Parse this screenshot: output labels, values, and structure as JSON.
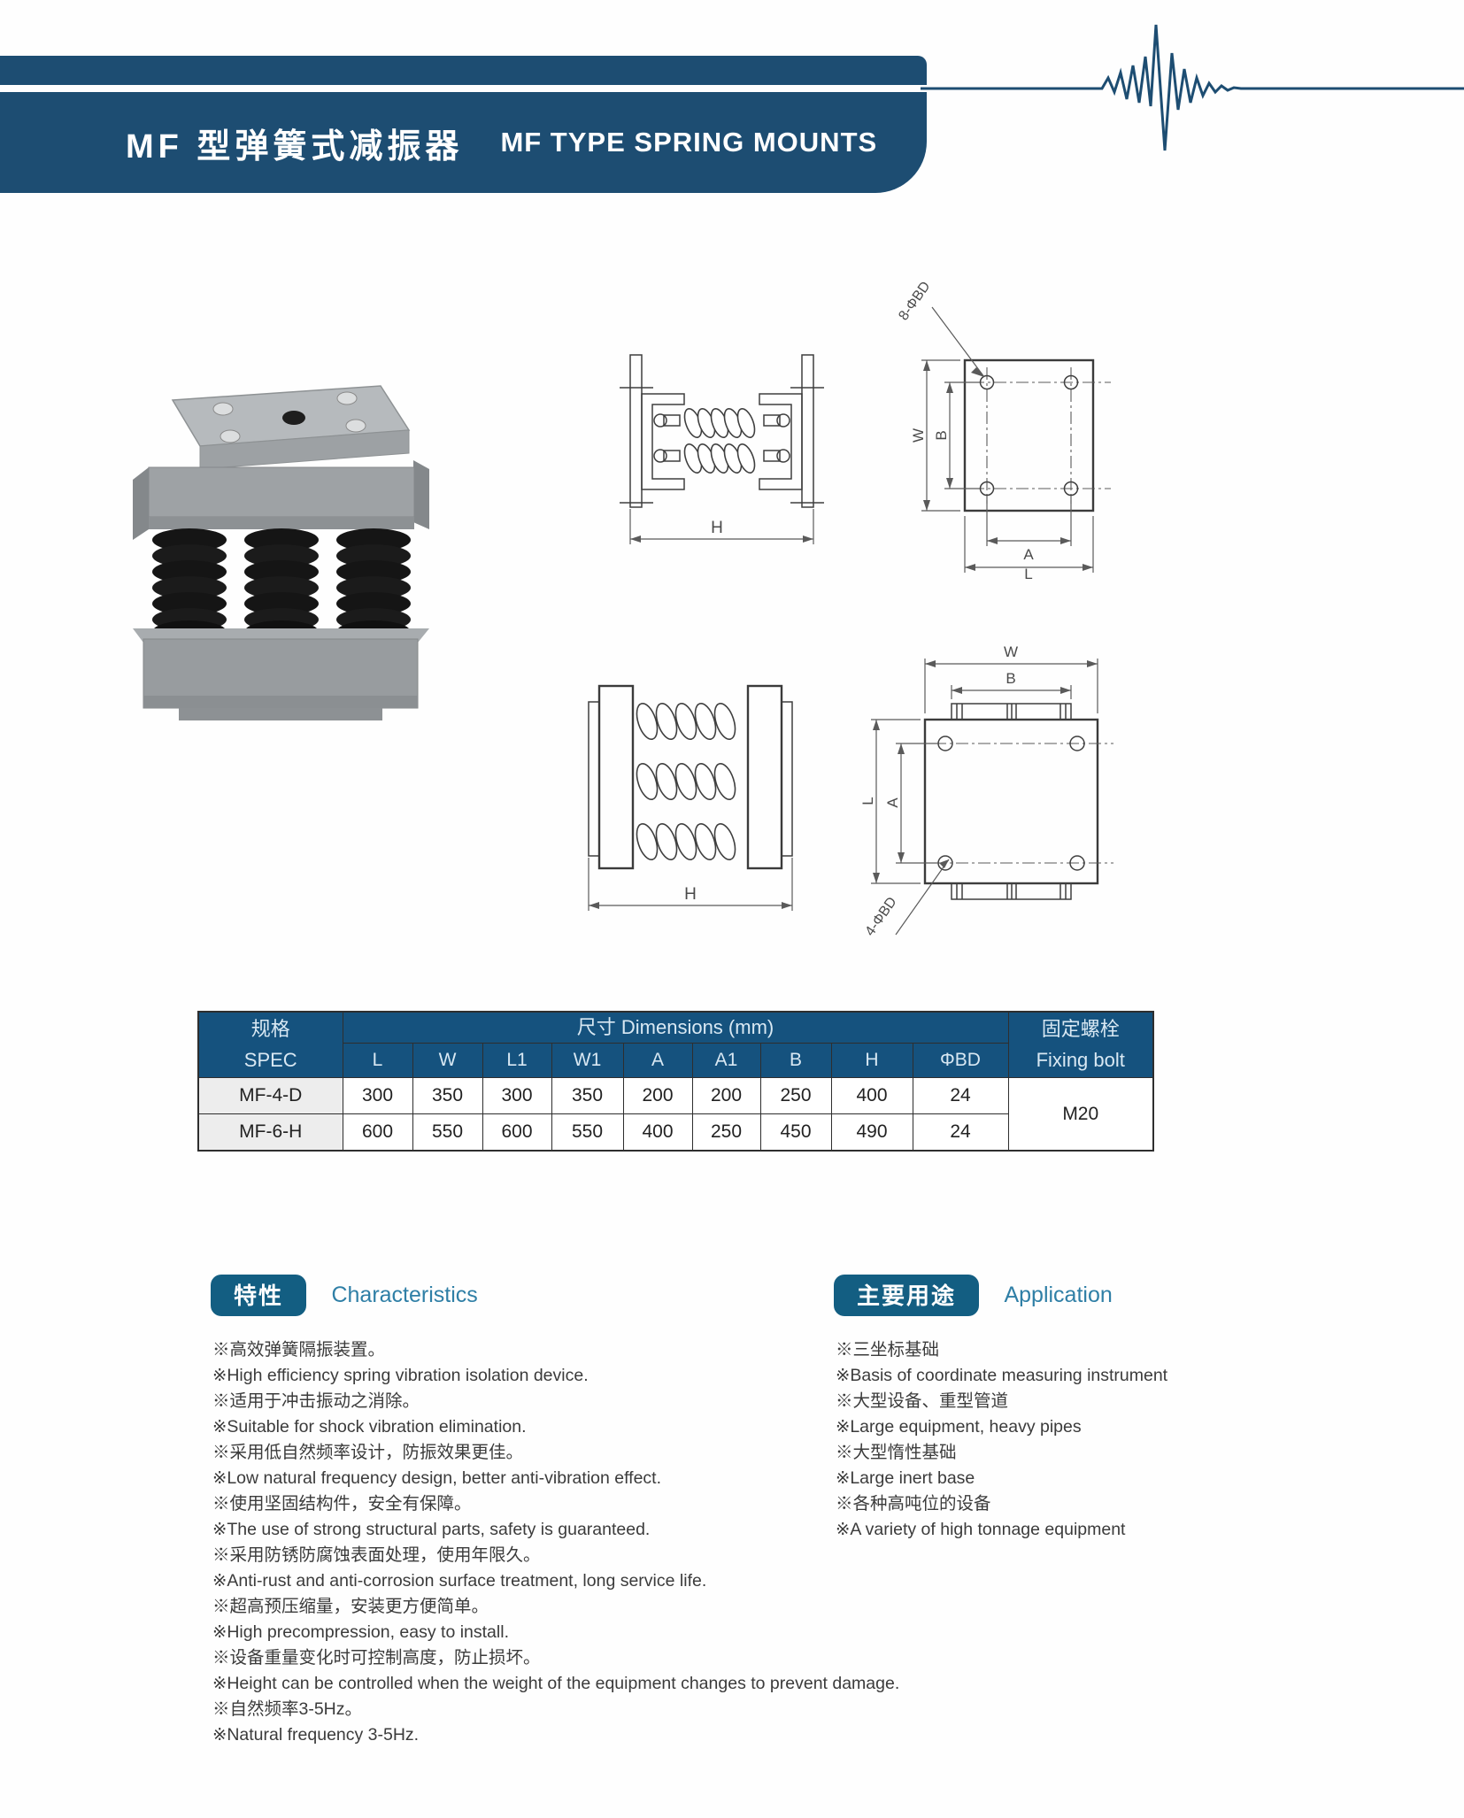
{
  "header": {
    "title_cn": "MF 型弹簧式减振器",
    "title_en": "MF TYPE SPRING MOUNTS",
    "band_color": "#1d4d72",
    "waveform_icon": "seismic-wave-icon"
  },
  "drawings": {
    "side_view_top": {
      "dim_h": "H"
    },
    "plan_view_top": {
      "leader": "8-ΦBD",
      "dim_w": "W",
      "dim_b": "B",
      "dim_a": "A",
      "dim_l": "L"
    },
    "front_view_bottom": {
      "dim_h": "H"
    },
    "plan_view_bottom": {
      "leader": "4-ΦBD",
      "dim_w": "W",
      "dim_b": "B",
      "dim_a": "A",
      "dim_l": "L"
    }
  },
  "table": {
    "header_color": "#15527e",
    "spec_header_cn": "规格",
    "spec_header_en": "SPEC",
    "dims_header": "尺寸 Dimensions (mm)",
    "bolt_header_cn": "固定螺栓",
    "bolt_header_en": "Fixing bolt",
    "columns": [
      "L",
      "W",
      "L1",
      "W1",
      "A",
      "A1",
      "B",
      "H",
      "ΦBD"
    ],
    "rows": [
      {
        "spec": "MF-4-D",
        "values": [
          "300",
          "350",
          "300",
          "350",
          "200",
          "200",
          "250",
          "400",
          "24"
        ]
      },
      {
        "spec": "MF-6-H",
        "values": [
          "600",
          "550",
          "600",
          "550",
          "400",
          "250",
          "450",
          "490",
          "24"
        ]
      }
    ],
    "bolt_value": "M20"
  },
  "characteristics": {
    "badge": "特性",
    "title": "Characteristics",
    "items": [
      "※高效弹簧隔振装置。",
      "※High efficiency spring vibration isolation device.",
      "※适用于冲击振动之消除。",
      "※Suitable for shock vibration elimination.",
      "※采用低自然频率设计，防振效果更佳。",
      "※Low natural frequency design, better anti-vibration effect.",
      "※使用坚固结构件，安全有保障。",
      "※The use of strong structural parts, safety is guaranteed.",
      "※采用防锈防腐蚀表面处理，使用年限久。",
      "※Anti-rust and anti-corrosion surface treatment, long service life.",
      "※超高预压缩量，安装更方便简单。",
      "※High precompression, easy to install.",
      "※设备重量变化时可控制高度，防止损坏。",
      "※Height can be controlled when the weight of the equipment changes to prevent damage.",
      "※自然频率3-5Hz。",
      "※Natural frequency 3-5Hz."
    ]
  },
  "application": {
    "badge": "主要用途",
    "title": "Application",
    "items": [
      "※三坐标基础",
      "※Basis of coordinate measuring instrument",
      "※大型设备、重型管道",
      "※Large equipment, heavy pipes",
      "※大型惰性基础",
      "※Large inert base",
      "※各种高吨位的设备",
      "※A variety of high tonnage equipment"
    ]
  }
}
